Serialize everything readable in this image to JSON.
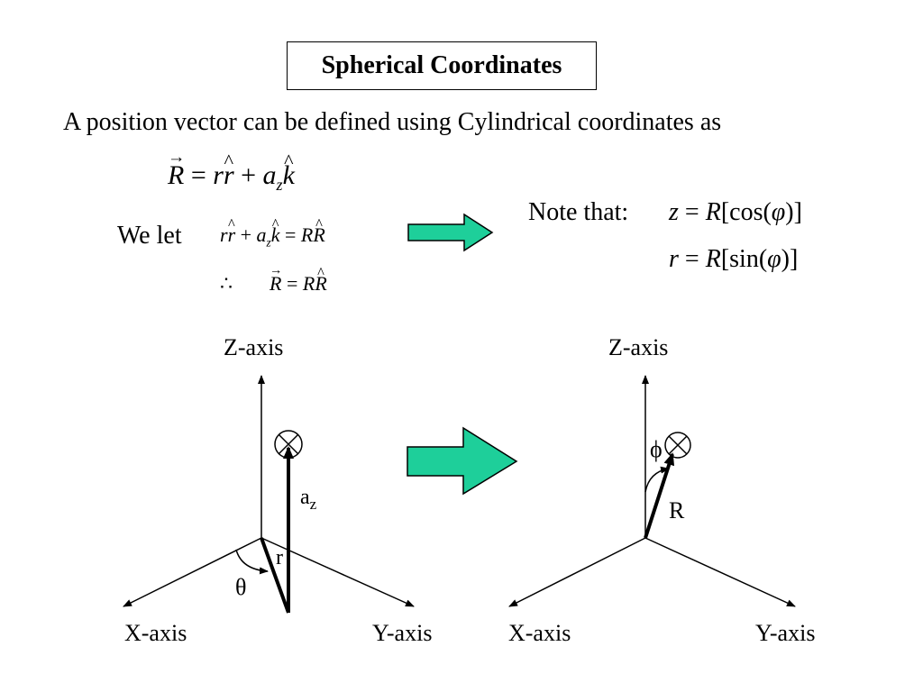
{
  "title": "Spherical Coordinates",
  "intro": "A position vector can be defined using Cylindrical coordinates as",
  "equations": {
    "main": {
      "R": "R",
      "eq": "=",
      "r": "r",
      "rhat": "r",
      "plus": "+",
      "a": "a",
      "sub": "z",
      "k": "k"
    },
    "welet_label": "We let",
    "welet": {
      "r": "r",
      "rhat": "r",
      "plus": "+",
      "a": "a",
      "sub": "z",
      "k": "k",
      "eq": "=",
      "R": "R",
      "Rhat": "R"
    },
    "therefore": {
      "sym": "∴",
      "R": "R",
      "eq": "=",
      "R2": "R",
      "Rhat": "R"
    },
    "note_label": "Note that:",
    "note1": {
      "lhs": "z",
      "eq": "=",
      "R": "R",
      "func": "[cos(",
      "phi": "φ",
      "close": ")]"
    },
    "note2": {
      "lhs": "r",
      "eq": "=",
      "R": "R",
      "func": "[sin(",
      "phi": "φ",
      "close": ")]"
    }
  },
  "left_diagram": {
    "z_axis": "Z-axis",
    "x_axis": "X-axis",
    "y_axis": "Y-axis",
    "az_main": "a",
    "az_sub": "z",
    "r_label": "r",
    "theta_label": "θ",
    "marker_icon": "circled-x-icon"
  },
  "right_diagram": {
    "z_axis": "Z-axis",
    "x_axis": "X-axis",
    "y_axis": "Y-axis",
    "R_label": "R",
    "phi_label": "ϕ",
    "marker_icon": "circled-x-icon"
  },
  "colors": {
    "arrow_fill": "#1ecf9a",
    "line": "#000000"
  }
}
